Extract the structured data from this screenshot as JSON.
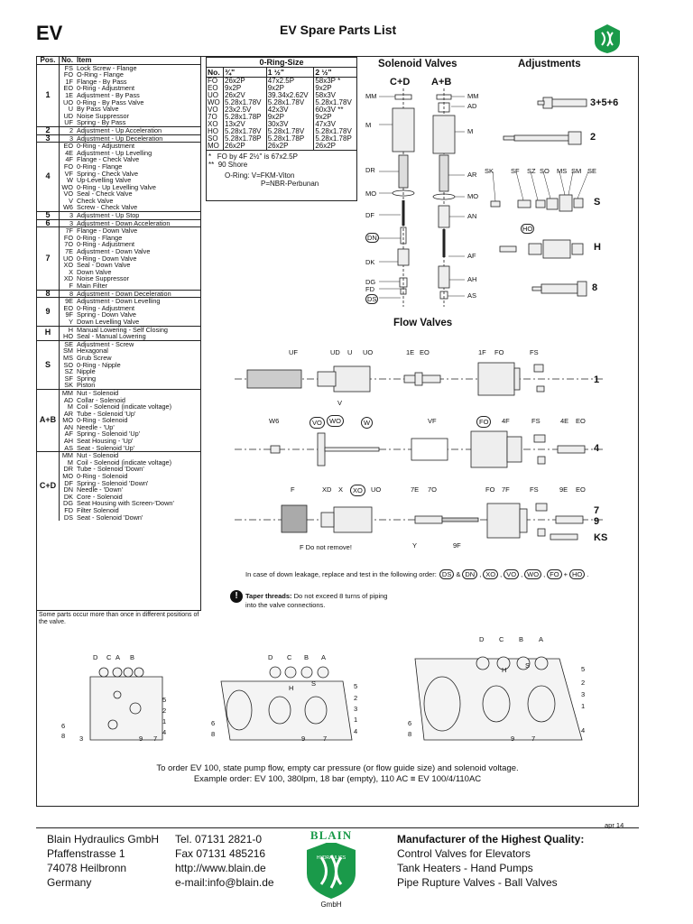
{
  "header": {
    "code": "EV",
    "title": "EV Spare Parts List"
  },
  "parts_table": {
    "headers": [
      "Pos.",
      "No.",
      "Item"
    ],
    "groups": [
      {
        "pos": "1",
        "rows": [
          [
            "FS",
            "Lock Screw - Flange"
          ],
          [
            "FO",
            "O-Ring - Flange"
          ],
          [
            "1F",
            "Flange - By Pass"
          ],
          [
            "EO",
            "0-Ring - Adjustment"
          ],
          [
            "1E",
            "Adjustment - By Pass"
          ],
          [
            "UO",
            "0-Ring - By Pass Valve"
          ],
          [
            "U",
            "By Pass Valve"
          ],
          [
            "UD",
            "Noise Suppressor"
          ],
          [
            "UF",
            "Spring - By Pass"
          ]
        ]
      },
      {
        "pos": "2",
        "rows": [
          [
            "2",
            "Adjustment - Up Acceleration"
          ]
        ]
      },
      {
        "pos": "3",
        "rows": [
          [
            "3",
            "Adjustment - Up Deceleration"
          ]
        ]
      },
      {
        "pos": "4",
        "rows": [
          [
            "EO",
            "0-Ring - Adjustment"
          ],
          [
            "4E",
            "Adjustment - Up Levelling"
          ],
          [
            "4F",
            "Flange - Check Valve"
          ],
          [
            "FO",
            "0-Ring - Flange"
          ],
          [
            "VF",
            "Spring - Check Valve"
          ],
          [
            "W",
            "Up-Levelling Valve"
          ],
          [
            "WO",
            "0-Ring - Up Levelling Valve"
          ],
          [
            "VO",
            "Seal - Check Valve"
          ],
          [
            "V",
            "Check Valve"
          ],
          [
            "W6",
            "Screw - Check Valve"
          ]
        ]
      },
      {
        "pos": "5",
        "rows": [
          [
            "3",
            "Adjustment - Up Stop"
          ]
        ]
      },
      {
        "pos": "6",
        "rows": [
          [
            "3",
            "Adjustment - Down Acceleration"
          ]
        ]
      },
      {
        "pos": "7",
        "rows": [
          [
            "7F",
            "Flange - Down Valve"
          ],
          [
            "FO",
            "0-Ring - Flange"
          ],
          [
            "7O",
            "0-Ring - Adjustment"
          ],
          [
            "7E",
            "Adjustment - Down Valve"
          ],
          [
            "UO",
            "0-Ring - Down Valve"
          ],
          [
            "XO",
            "Seal - Down Valve"
          ],
          [
            "X",
            "Down Valve"
          ],
          [
            "XD",
            "Noise Suppressor"
          ],
          [
            "F",
            "Main Filter"
          ]
        ]
      },
      {
        "pos": "8",
        "rows": [
          [
            "8",
            "Adjustment - Down Deceleration"
          ]
        ]
      },
      {
        "pos": "9",
        "rows": [
          [
            "9E",
            "Adjustment - Down Levelling"
          ],
          [
            "EO",
            "0-Ring - Adjustment"
          ],
          [
            "9F",
            "Spring - Down Valve"
          ],
          [
            "Y",
            "Down Levelling Valve"
          ]
        ]
      },
      {
        "pos": "H",
        "rows": [
          [
            "H",
            "Manual Lowering - Self Closing"
          ],
          [
            "HO",
            "Seal - Manual Lowering"
          ]
        ]
      },
      {
        "pos": "S",
        "rows": [
          [
            "SE",
            "Adjustment - Screw"
          ],
          [
            "SM",
            "Hexagonal"
          ],
          [
            "MS",
            "Grub Screw"
          ],
          [
            "SO",
            "0-Ring - Nipple"
          ],
          [
            "SZ",
            "Nipple"
          ],
          [
            "SF",
            "Spring"
          ],
          [
            "SK",
            "Piston"
          ]
        ]
      },
      {
        "pos": "A+B",
        "rows": [
          [
            "MM",
            "Nut - Solenoid"
          ],
          [
            "AD",
            "Collar - Solenoid"
          ],
          [
            "M",
            "Coil - Solenoid (indicate voltage)"
          ],
          [
            "AR",
            "Tube - Solenoid 'Up'"
          ],
          [
            "MO",
            "0-Ring - Solenoid"
          ],
          [
            "AN",
            "Needle - 'Up'"
          ],
          [
            "AF",
            "Spring - Solenoid 'Up'"
          ],
          [
            "AH",
            "Seat Housing - 'Up'"
          ],
          [
            "AS",
            "Seat - Solenoid 'Up'"
          ]
        ]
      },
      {
        "pos": "C+D",
        "rows": [
          [
            "MM",
            "Nut - Solenoid"
          ],
          [
            "M",
            "Coil - Solenoid (indicate voltage)"
          ],
          [
            "DR",
            "Tube - Solenoid 'Down'"
          ],
          [
            "MO",
            "0-Ring - Solenoid"
          ],
          [
            "DF",
            "Spring - Solenoid 'Down'"
          ],
          [
            "DN",
            "Needle - 'Down'"
          ],
          [
            "DK",
            "Core - Solenoid"
          ],
          [
            "DG",
            "Seat Housing with Screen-'Down'"
          ],
          [
            "FD",
            "Filter Solenoid"
          ],
          [
            "DS",
            "Seat - Solenoid 'Down'"
          ]
        ]
      }
    ],
    "note": "Some parts occur more than once in different positions of the valve."
  },
  "oring": {
    "title": "0-Ring-Size",
    "headers": [
      "No.",
      "¾\"",
      "1 ½\"",
      "2 ½\""
    ],
    "rows": [
      [
        "FO",
        "26x2P",
        "47x2.5P",
        "58x3P  *"
      ],
      [
        "EO",
        "9x2P",
        "9x2P",
        "9x2P"
      ],
      [
        "UO",
        "26x2V",
        "39.34x2.62V",
        "58x3V"
      ],
      [
        "WO",
        "5.28x1.78V",
        "5.28x1.78V",
        "5.28x1.78V"
      ],
      [
        "VO",
        "23x2.5V",
        "42x3V",
        "60x3V  **"
      ],
      [
        "7O",
        "5.28x1.78P",
        "9x2P",
        "9x2P"
      ],
      [
        "XO",
        "13x2V",
        "30x3V",
        "47x3V"
      ],
      [
        "HO",
        "5.28x1.78V",
        "5.28x1.78V",
        "5.28x1.78V"
      ],
      [
        "SO",
        "5.28x1.78P",
        "5.28x1.78P",
        "5.28x1.78P"
      ],
      [
        "MO",
        "26x2P",
        "26x2P",
        "26x2P"
      ]
    ],
    "notes": [
      [
        "*",
        "FO by 4F 2½\" is 67x2.5P"
      ],
      [
        "**",
        "90 Shore"
      ]
    ],
    "material_label": "O-Ring:",
    "materials": [
      "V=FKM-Viton",
      "P=NBR-Perbunan"
    ]
  },
  "sections": {
    "solenoid": "Solenoid Valves",
    "adjustments": "Adjustments",
    "flow": "Flow Valves"
  },
  "solenoid": {
    "left_title": "C+D",
    "right_title": "A+B",
    "left_labels": [
      "MM",
      "M",
      "DR",
      "MO",
      "DF",
      "DN",
      "DK",
      "DG",
      "FD",
      "DS"
    ],
    "right_labels": [
      "MM",
      "AD",
      "M",
      "AR",
      "MO",
      "AN",
      "AF",
      "AH",
      "AS"
    ]
  },
  "adjust": {
    "labels": [
      "3+5+6",
      "2",
      "S",
      "H",
      "8"
    ],
    "small": [
      "SK",
      "SF",
      "SZ",
      "SO",
      "MS",
      "SM",
      "SE",
      "HO"
    ]
  },
  "flow": {
    "row1": [
      "UF",
      "UD",
      "U",
      "UO",
      "1E",
      "EO",
      "1F",
      "FO",
      "FS",
      "1"
    ],
    "row2": [
      "W6",
      "VO",
      "WO",
      "W",
      "V",
      "VF",
      "FO",
      "4F",
      "FS",
      "4E",
      "EO",
      "4"
    ],
    "row3": [
      "F",
      "XD",
      "X",
      "XO",
      "UO",
      "7E",
      "7O",
      "FO",
      "7F",
      "FS",
      "9E",
      "EO",
      "7",
      "9",
      "KS",
      "Y",
      "9F"
    ],
    "f_note": "F  Do not remove!"
  },
  "leak": {
    "text": "In case of down leakage, replace and test in the following order:",
    "seq": [
      "DS",
      "&",
      "DN",
      ",",
      "XO",
      ",",
      "VO",
      ",",
      "WO",
      ",",
      "FO",
      "+",
      "HO",
      "."
    ]
  },
  "taper": {
    "bold": "Taper threads:",
    "text": " Do not exceed 8 turns of piping",
    "text2": "into the valve connections."
  },
  "blocks": {
    "letters": [
      "D",
      "C",
      "A",
      "B"
    ],
    "nums": [
      "5",
      "2",
      "1",
      "4",
      "6",
      "8",
      "3",
      "9",
      "7",
      "H",
      "S"
    ]
  },
  "order": {
    "line1": "To order EV 100, state pump flow, empty car pressure (or flow guide size) and solenoid voltage.",
    "line2": "Example order: EV 100, 380lpm, 18 bar (empty), 110 AC ≡ EV 100/4/110AC"
  },
  "date": "apr 14",
  "footer": {
    "company": [
      "Blain Hydraulics GmbH",
      "Pfaffenstrasse 1",
      "74078 Heilbronn",
      "Germany"
    ],
    "contact": [
      "Tel. 07131 2821-0",
      "Fax 07131 485216",
      "http://www.blain.de",
      "e-mail:info@blain.de"
    ],
    "logo_top": "BLAIN",
    "logo_side": "HYDRAULICS",
    "logo_bottom": "GmbH",
    "tag_title": "Manufacturer of the Highest Quality:",
    "tags": [
      "Control Valves for Elevators",
      "Tank Heaters - Hand Pumps",
      "Pipe Rupture Valves - Ball Valves"
    ]
  },
  "colors": {
    "brand_green": "#1a9a4a"
  }
}
